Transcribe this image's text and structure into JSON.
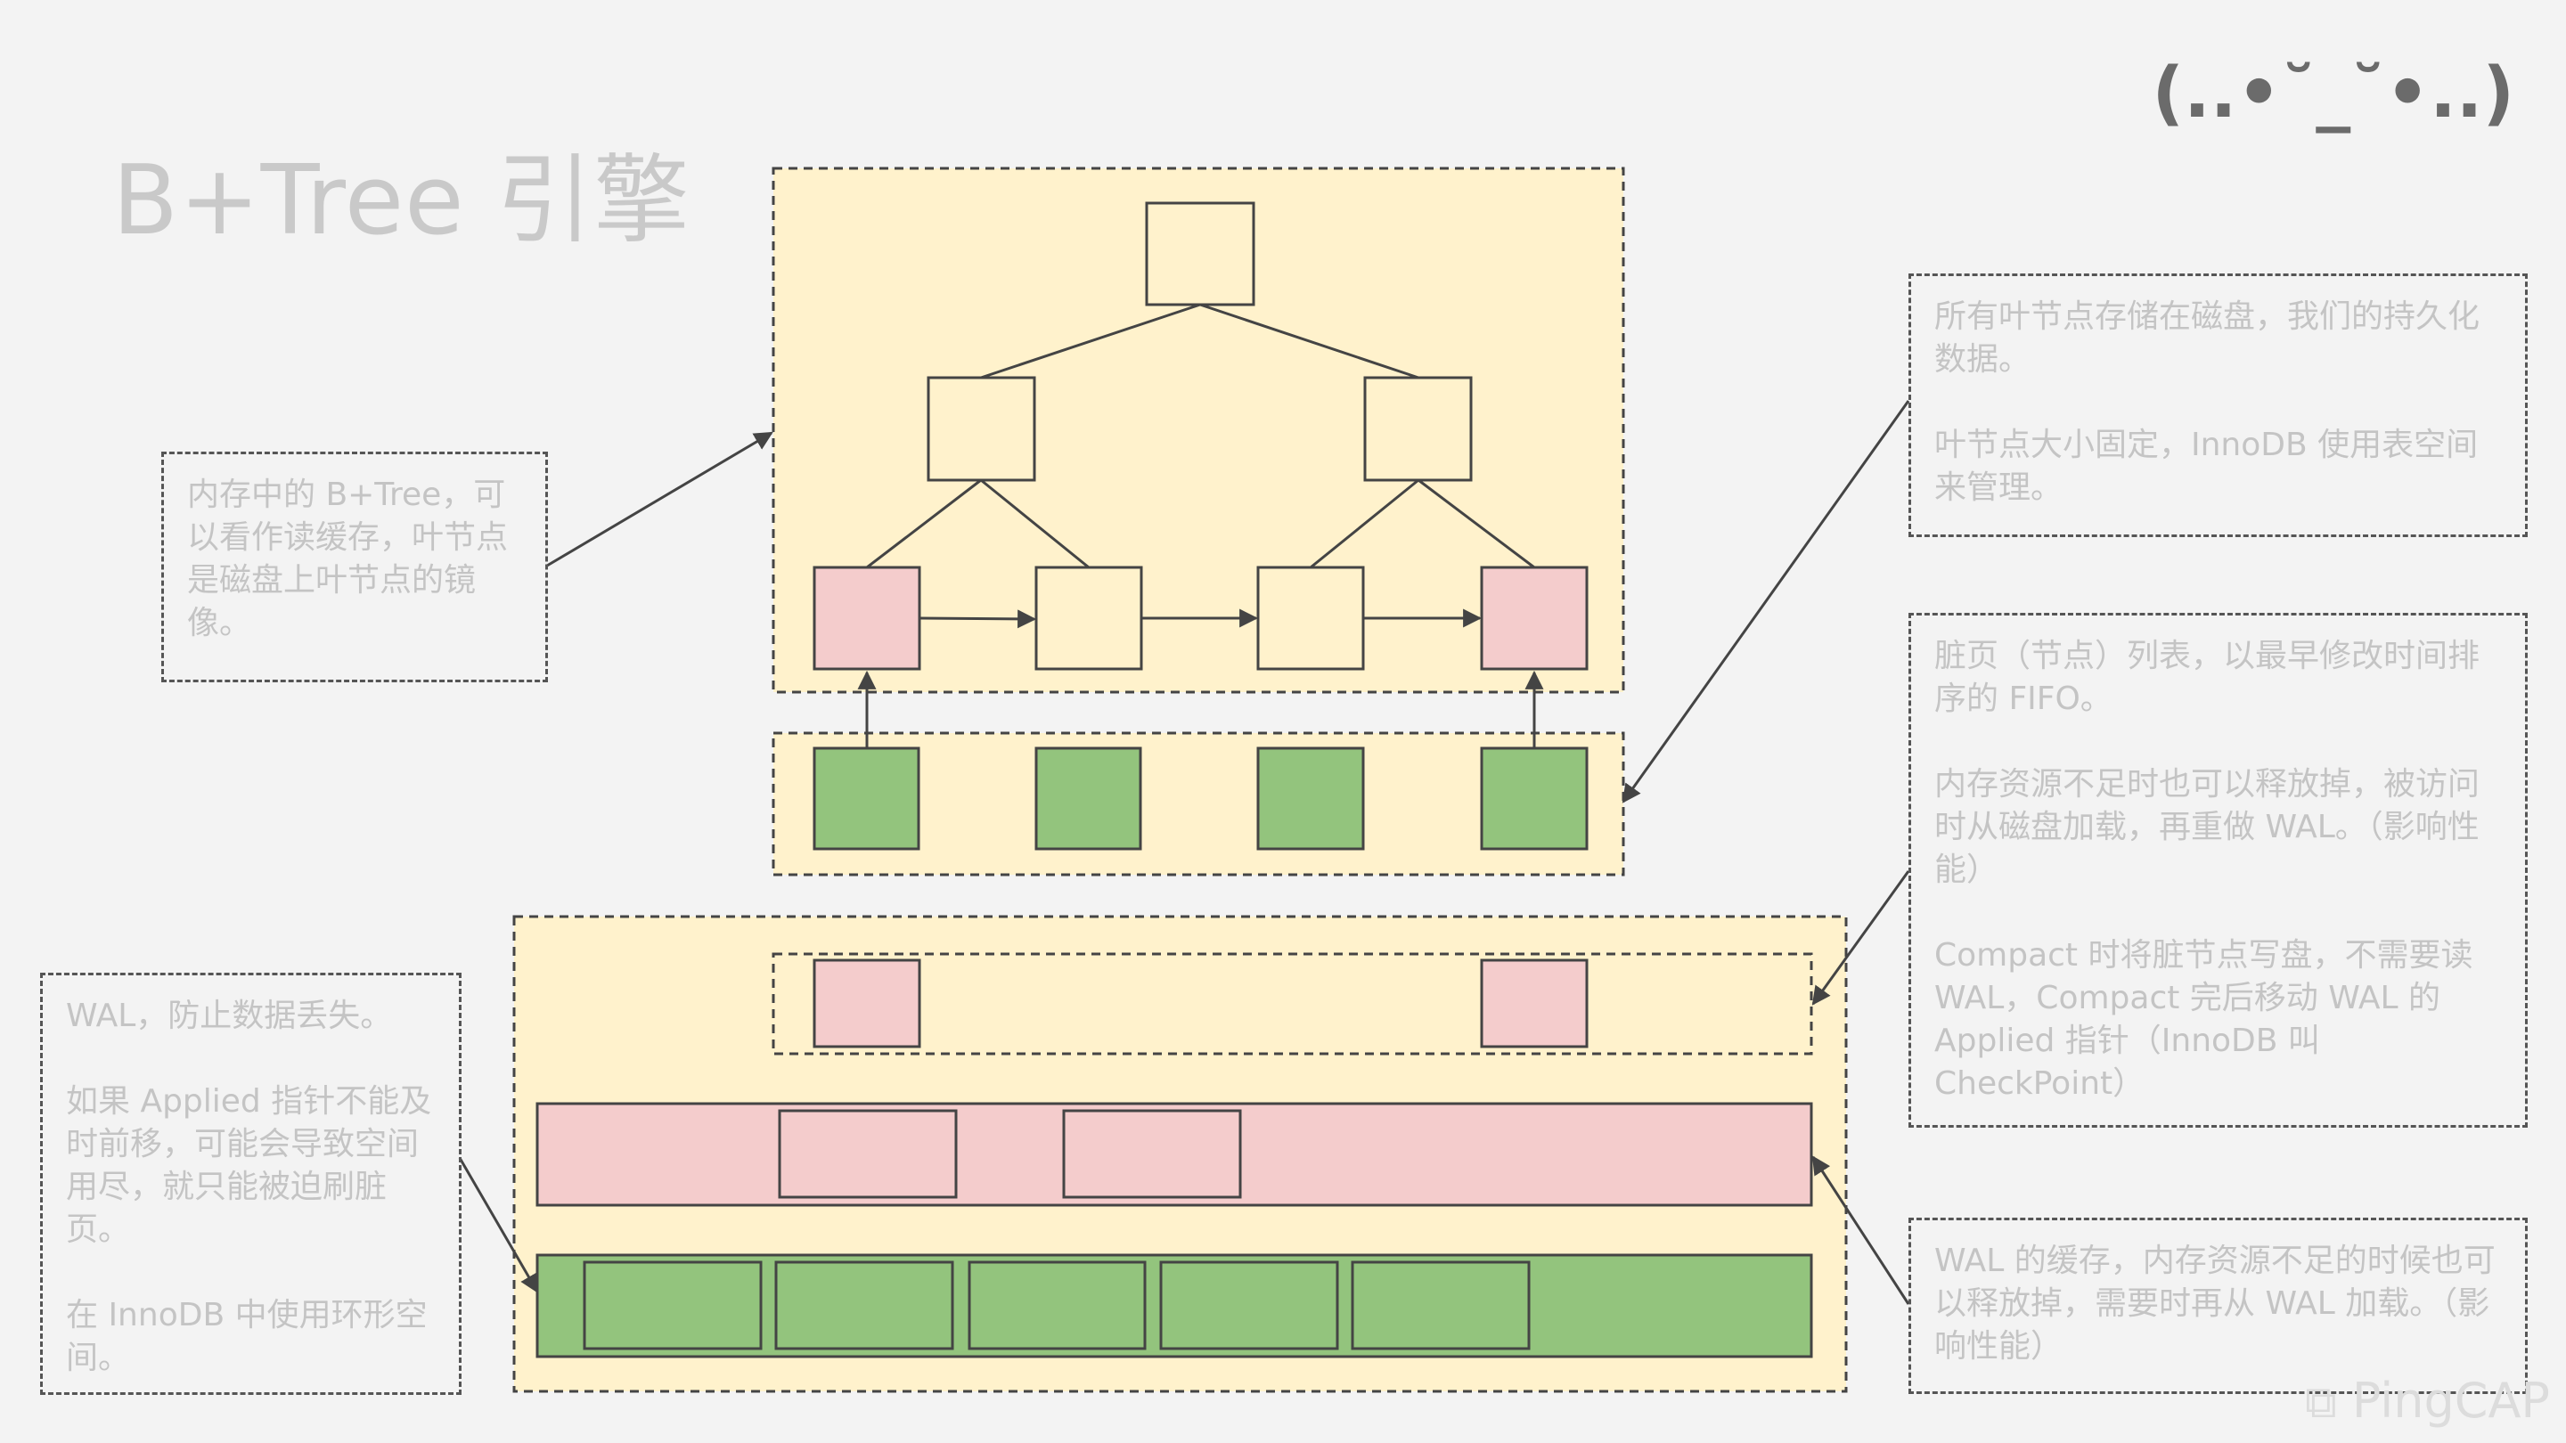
{
  "slide": {
    "title": "B+Tree 引擎",
    "emoticon": "(..•˘_˘•..)",
    "logo": "PingCAP"
  },
  "notes": {
    "btree_memory": [
      "内存中的 B+Tree，可以看作读缓存，叶节点是磁盘上叶节点的镜像。"
    ],
    "leaf_disk": [
      "所有叶节点存储在磁盘，我们的持久化数据。",
      "叶节点大小固定，InnoDB 使用表空间来管理。"
    ],
    "dirty_pages": [
      "脏页（节点）列表，以最早修改时间排序的 FIFO。",
      "内存资源不足时也可以释放掉，被访问时从磁盘加载，再重做 WAL。（影响性能）",
      "Compact 时将脏节点写盘，不需要读 WAL，Compact 完后移动 WAL 的 Applied 指针（InnoDB 叫 CheckPoint）"
    ],
    "wal": [
      "WAL，防止数据丢失。",
      "如果 Applied 指针不能及时前移，可能会导致空间用尽，就只能被迫刷脏页。",
      "在 InnoDB 中使用环形空间。"
    ],
    "wal_cache": [
      "WAL 的缓存，内存资源不足的时候也可以释放掉，需要时再从 WAL 加载。（影响性能）"
    ]
  },
  "colors": {
    "panel_fill": "#fff2cc",
    "node_fill": "#fff2cc",
    "dirty_fill": "#f4cccc",
    "disk_fill": "#93c47d",
    "stroke": "#444444",
    "note_text": "#c4c4c4",
    "title_text": "#c9c9c9"
  },
  "icons": {
    "logo": "pingcap-logo-icon"
  }
}
